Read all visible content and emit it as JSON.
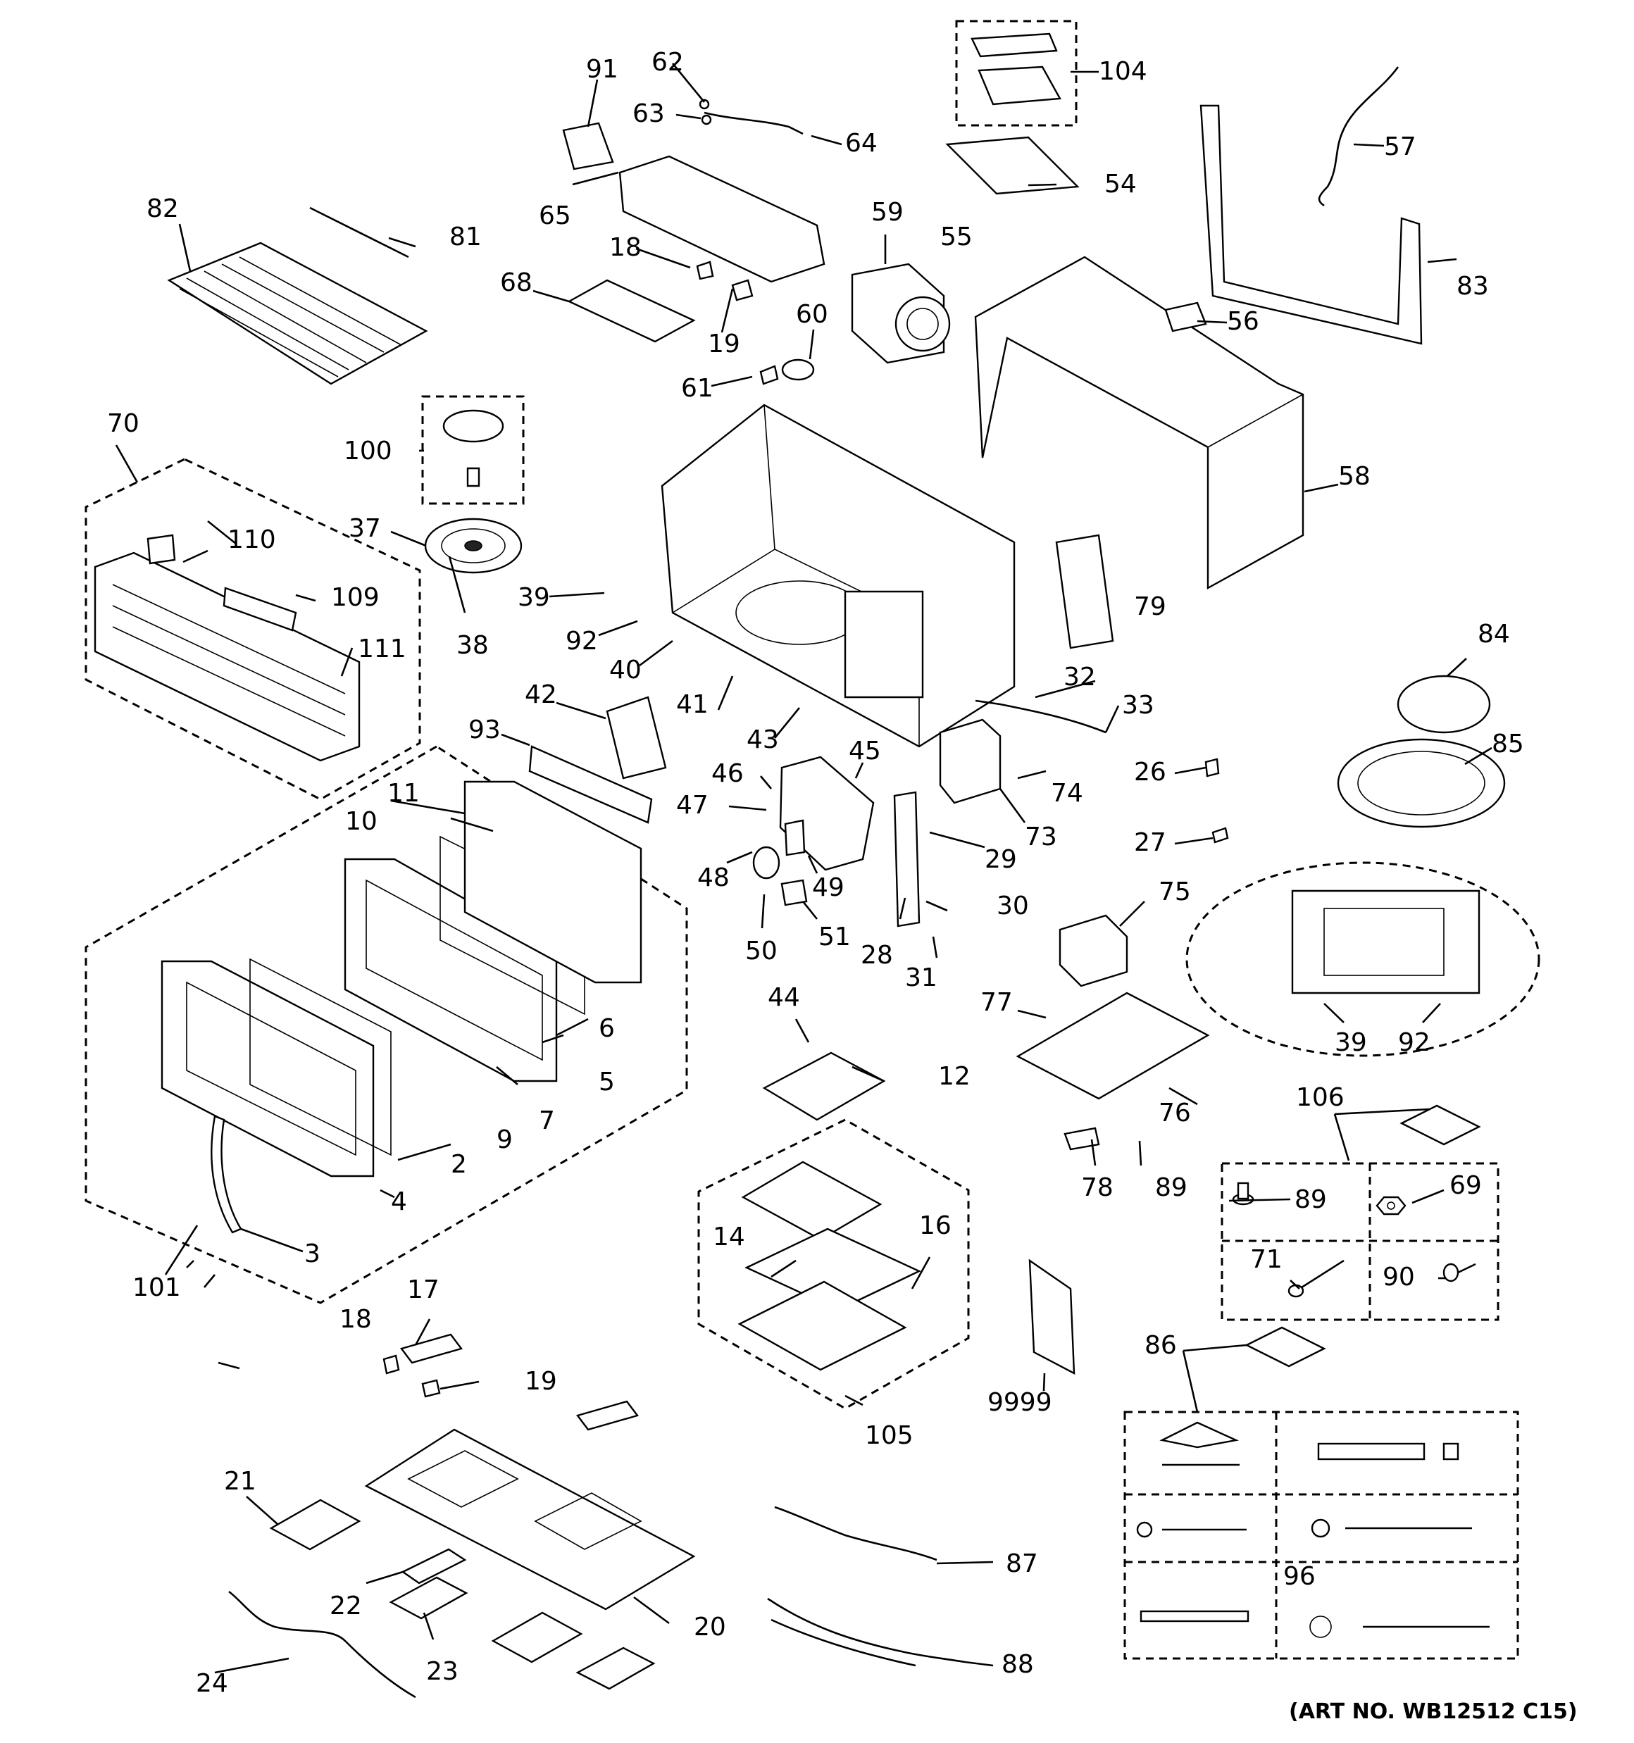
{
  "diagram": {
    "art_number": "(ART NO. WB12512 C15)",
    "labels": {
      "l2": "2",
      "l3": "3",
      "l4": "4",
      "l5": "5",
      "l6": "6",
      "l7": "7",
      "l9": "9",
      "l10": "10",
      "l11": "11",
      "l12": "12",
      "l14": "14",
      "l16": "16",
      "l17": "17",
      "l18a": "18",
      "l18b": "18",
      "l19a": "19",
      "l19b": "19",
      "l20": "20",
      "l21": "21",
      "l22": "22",
      "l23": "23",
      "l24": "24",
      "l26": "26",
      "l27": "27",
      "l28": "28",
      "l29": "29",
      "l30": "30",
      "l31": "31",
      "l32": "32",
      "l33": "33",
      "l37": "37",
      "l38": "38",
      "l39a": "39",
      "l39b": "39",
      "l40": "40",
      "l41": "41",
      "l42": "42",
      "l43": "43",
      "l44": "44",
      "l45": "45",
      "l46": "46",
      "l47": "47",
      "l48": "48",
      "l49": "49",
      "l50": "50",
      "l51": "51",
      "l54": "54",
      "l55": "55",
      "l56": "56",
      "l57": "57",
      "l58": "58",
      "l59": "59",
      "l60": "60",
      "l61": "61",
      "l62": "62",
      "l63": "63",
      "l64": "64",
      "l65": "65",
      "l68": "68",
      "l69": "69",
      "l70": "70",
      "l71": "71",
      "l73": "73",
      "l74": "74",
      "l75": "75",
      "l76": "76",
      "l77": "77",
      "l78": "78",
      "l79": "79",
      "l81": "81",
      "l82": "82",
      "l83": "83",
      "l84": "84",
      "l85": "85",
      "l86": "86",
      "l87": "87",
      "l88": "88",
      "l89a": "89",
      "l89b": "89",
      "l90": "90",
      "l91": "91",
      "l92a": "92",
      "l92b": "92",
      "l93": "93",
      "l96": "96",
      "l100": "100",
      "l101": "101",
      "l104": "104",
      "l105": "105",
      "l106": "106",
      "l109": "109",
      "l110": "110",
      "l111": "111",
      "l9999": "9999"
    }
  }
}
